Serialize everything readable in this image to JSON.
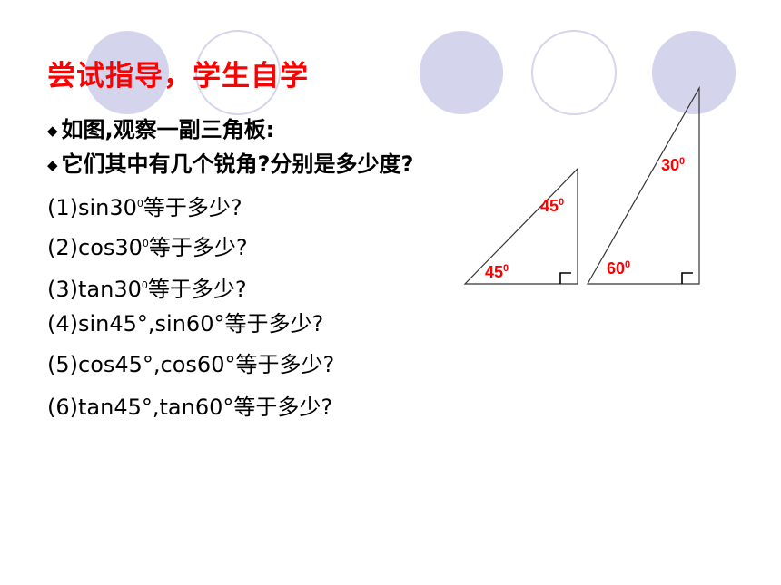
{
  "slide": {
    "title": "尝试指导，学生自学",
    "accent_color": "#ff0000",
    "circle_fill": "#d4d4ec"
  },
  "lines": [
    {
      "bullet": "◆",
      "text": "如图,观察一副三角板:"
    },
    {
      "bullet": "◆",
      "text": "它们其中有几个锐角?分别是多少度?"
    },
    {
      "prefix": "(1)sin30",
      "sup": "0",
      "suffix": "等于多少?"
    },
    {
      "prefix": "(2)cos30",
      "sup": "0",
      "suffix": "等于多少?"
    },
    {
      "prefix": "(3)tan30",
      "sup": "0",
      "suffix": "等于多少?"
    },
    {
      "text": "(4)sin45°,sin60°等于多少?"
    },
    {
      "text": "(5)cos45°,cos60°等于多少?"
    },
    {
      "text": "(6)tan45°,tan60°等于多少?"
    }
  ],
  "triangles": {
    "isosceles": {
      "top_angle": "45",
      "bottom_angle": "45",
      "deg_mark": "0"
    },
    "thirty_sixty": {
      "top_angle": "30",
      "bottom_angle": "60",
      "deg_mark": "0"
    }
  }
}
